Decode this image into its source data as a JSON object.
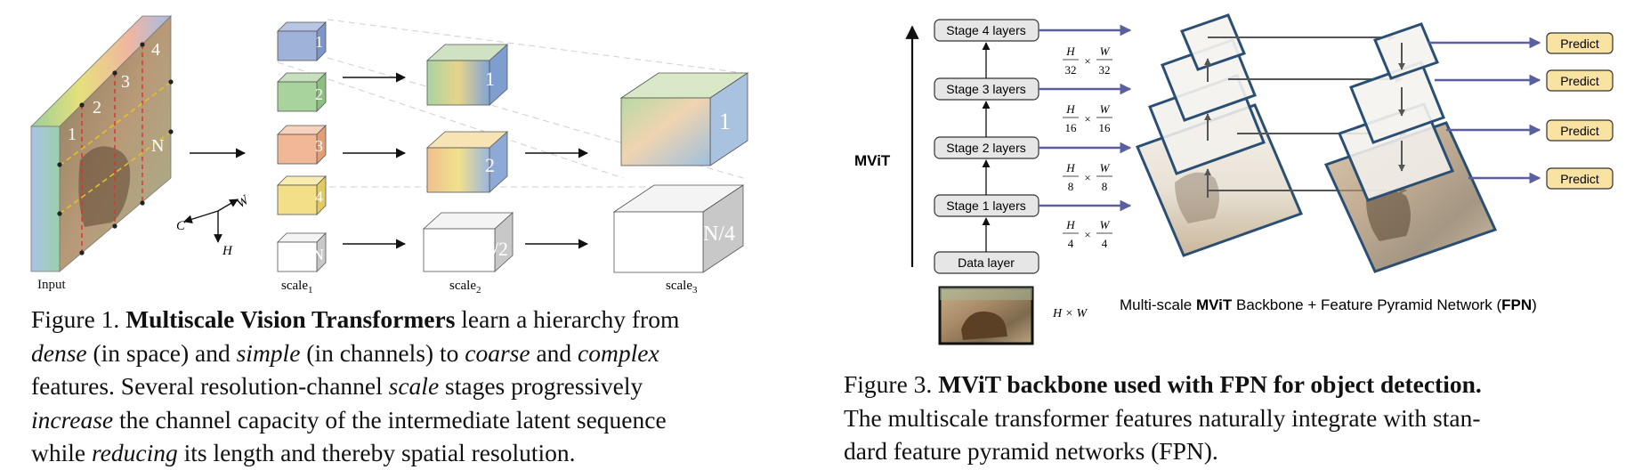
{
  "figure1": {
    "input_label": "Input",
    "input_tokens": [
      "1",
      "2",
      "3",
      "4",
      "N"
    ],
    "scale1_tokens": [
      "1",
      "2",
      "3",
      "4",
      "N"
    ],
    "scale2_tokens": [
      "1",
      "2",
      "N/2"
    ],
    "scale3_tokens": [
      "1",
      "N/4"
    ],
    "scale_label": "scale",
    "scale_subscripts": [
      "1",
      "2",
      "3"
    ],
    "axis_labels": {
      "c": "C",
      "w": "W",
      "h": "H"
    },
    "caption": {
      "lead": "Figure 1.",
      "bold": "Multiscale Vision Transformers",
      "line1_rest": " learn a hierarchy from",
      "line2_a": "dense",
      "line2_b": " (in space) and ",
      "line2_c": "simple",
      "line2_d": " (in channels) to ",
      "line2_e": "coarse",
      "line2_f": " and ",
      "line2_g": "complex",
      "line3_a": "features.  Several resolution-channel ",
      "line3_b": "scale",
      "line3_c": " stages progressively",
      "line4_a": "increase",
      "line4_b": " the channel capacity of the intermediate latent sequence",
      "line5_a": "while ",
      "line5_b": "reducing",
      "line5_c": " its length and thereby spatial resolution."
    }
  },
  "figure3": {
    "mvit_label": "MViT",
    "stages": [
      "Stage 4 layers",
      "Stage 3 layers",
      "Stage 2 layers",
      "Stage 1 layers",
      "Data layer"
    ],
    "resolutions": [
      {
        "h": "H",
        "hd": "32",
        "w": "W",
        "wd": "32"
      },
      {
        "h": "H",
        "hd": "16",
        "w": "W",
        "wd": "16"
      },
      {
        "h": "H",
        "hd": "8",
        "w": "W",
        "wd": "8"
      },
      {
        "h": "H",
        "hd": "4",
        "w": "W",
        "wd": "4"
      }
    ],
    "times": "×",
    "input_res": "H × W",
    "predict_label": "Predict",
    "backbone_a": "Multi-scale ",
    "backbone_b": "MViT",
    "backbone_c": " Backbone + Feature Pyramid Network (",
    "backbone_d": "FPN",
    "backbone_e": ")",
    "caption": {
      "lead": "Figure 3.",
      "bold": "MViT backbone used with FPN for object detection.",
      "line2": "The multiscale transformer features naturally integrate with stan-",
      "line3": "dard feature pyramid networks (FPN)."
    }
  },
  "colors": {
    "arrow_blue": "#5a5fa0",
    "frame_blue": "#2b4f73",
    "predict_fill": "#f9e3a3",
    "stage_fill": "#e6e6e6"
  }
}
